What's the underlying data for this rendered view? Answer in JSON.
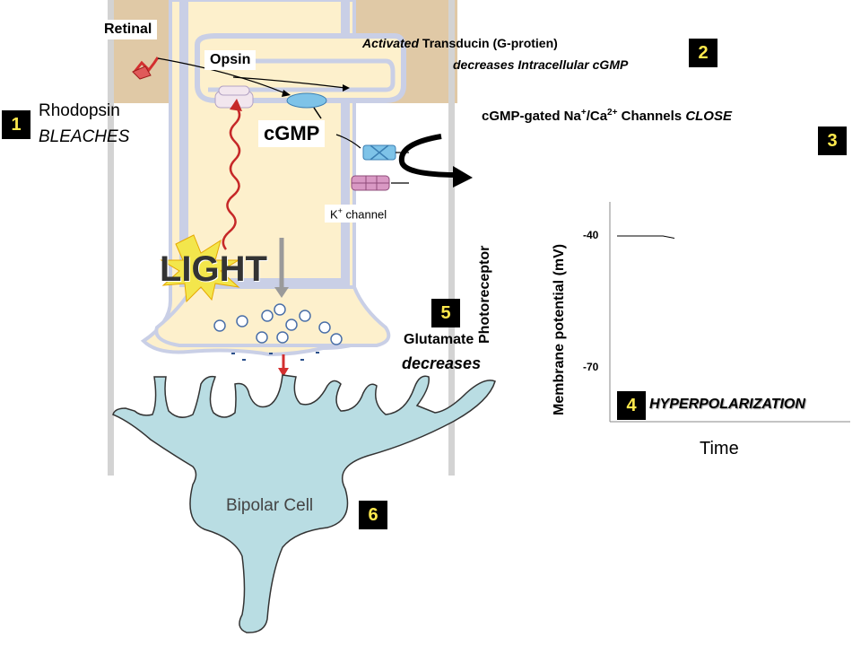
{
  "labels": {
    "retinal": "Retinal",
    "opsin": "Opsin",
    "transducin_italic": "Activated",
    "transducin_rest": " Transducin (G-protien)",
    "transducin_line2": "decreases Intracellular cGMP",
    "rhodopsin_line1": "Rhodopsin",
    "rhodopsin_line2": "BLEACHES",
    "cgmp": "cGMP",
    "channels_prefix": "cGMP-gated Na",
    "channels_sup1": "+",
    "channels_mid": "/Ca",
    "channels_sup2": "2+",
    "channels_rest": " Channels ",
    "channels_close": "CLOSE",
    "k_channel": "K",
    "k_sup": "+",
    "k_rest": " channel",
    "light": "LIGHT",
    "glutamate_line1": "Glutamate",
    "glutamate_line2": "decreases",
    "bipolar": "Bipolar Cell",
    "hyperpolarization": "HYPERPOLARIZATION"
  },
  "steps": [
    "1",
    "2",
    "3",
    "4",
    "5",
    "6"
  ],
  "chart_data": {
    "type": "line",
    "ylabel_line1": "Photoreceptor",
    "ylabel_line2": "Membrane potential (mV)",
    "xlabel": "Time",
    "ytick_labels": [
      "-40",
      "-70"
    ],
    "series": [
      {
        "x": [
          0,
          0.65,
          0.8,
          1.0
        ],
        "y": [
          -40,
          -40,
          -40,
          -40.5
        ]
      }
    ]
  },
  "colors": {
    "cell_fill": "#fdf0cc",
    "membrane": "#c9cfe6",
    "pigment_epithelium": "#e0c9a6",
    "bipolar_fill": "#b9dde3",
    "step_box": "#000000",
    "step_text": "#ffe94d",
    "light_burst": "#f3e64c"
  }
}
